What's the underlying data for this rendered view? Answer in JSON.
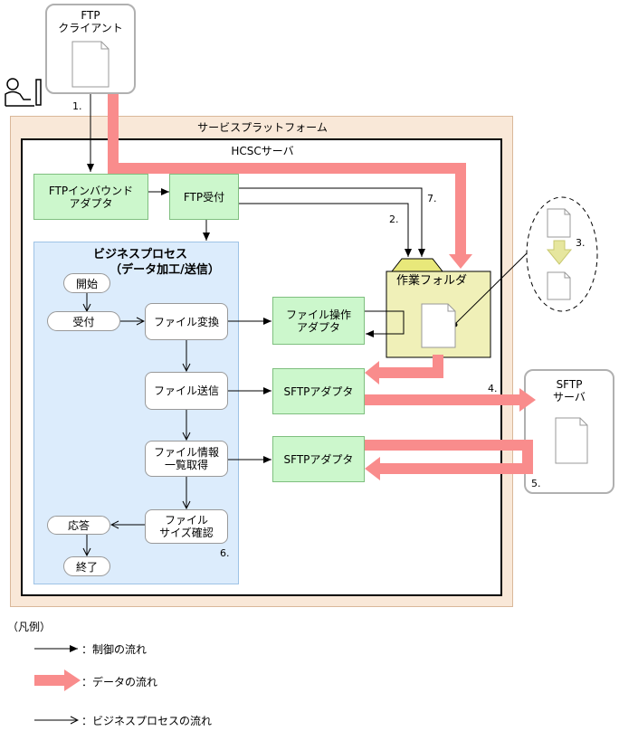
{
  "ftp_client": {
    "label": "FTP\nクライアント"
  },
  "platform": {
    "label": "サービスプラットフォーム"
  },
  "server": {
    "label": "HCSCサーバ"
  },
  "adapters": {
    "ftp_inbound": "FTPインバウンド\nアダプタ",
    "ftp_receive": "FTP受付",
    "file_op": "ファイル操作\nアダプタ",
    "sftp_1": "SFTPアダプタ",
    "sftp_2": "SFTPアダプタ"
  },
  "business_process": {
    "title": "ビジネスプロセス",
    "subtitle": "（データ加工/送信）",
    "start": "開始",
    "receive": "受付",
    "file_convert": "ファイル変換",
    "file_send": "ファイル送信",
    "file_info": "ファイル情報\n一覧取得",
    "file_size": "ファイル\nサイズ確認",
    "response": "応答",
    "end": "終了"
  },
  "work_folder": {
    "label": "作業フォルダ"
  },
  "sftp_server": {
    "label": "SFTP\nサーバ"
  },
  "numbers": {
    "n1": "1.",
    "n2": "2.",
    "n3": "3.",
    "n4": "4.",
    "n5": "5.",
    "n6": "6.",
    "n7": "7."
  },
  "legend": {
    "title": "（凡例）",
    "control": "：制御の流れ",
    "data": "：データの流れ",
    "bp": "：ビジネスプロセスの流れ"
  },
  "colors": {
    "data_flow": "#f98c8c",
    "adapter_fill": "#ccf7cc",
    "bp_fill": "#dcecfc",
    "platform_fill": "#f9e8d8",
    "folder_fill": "#f0f0b8"
  }
}
